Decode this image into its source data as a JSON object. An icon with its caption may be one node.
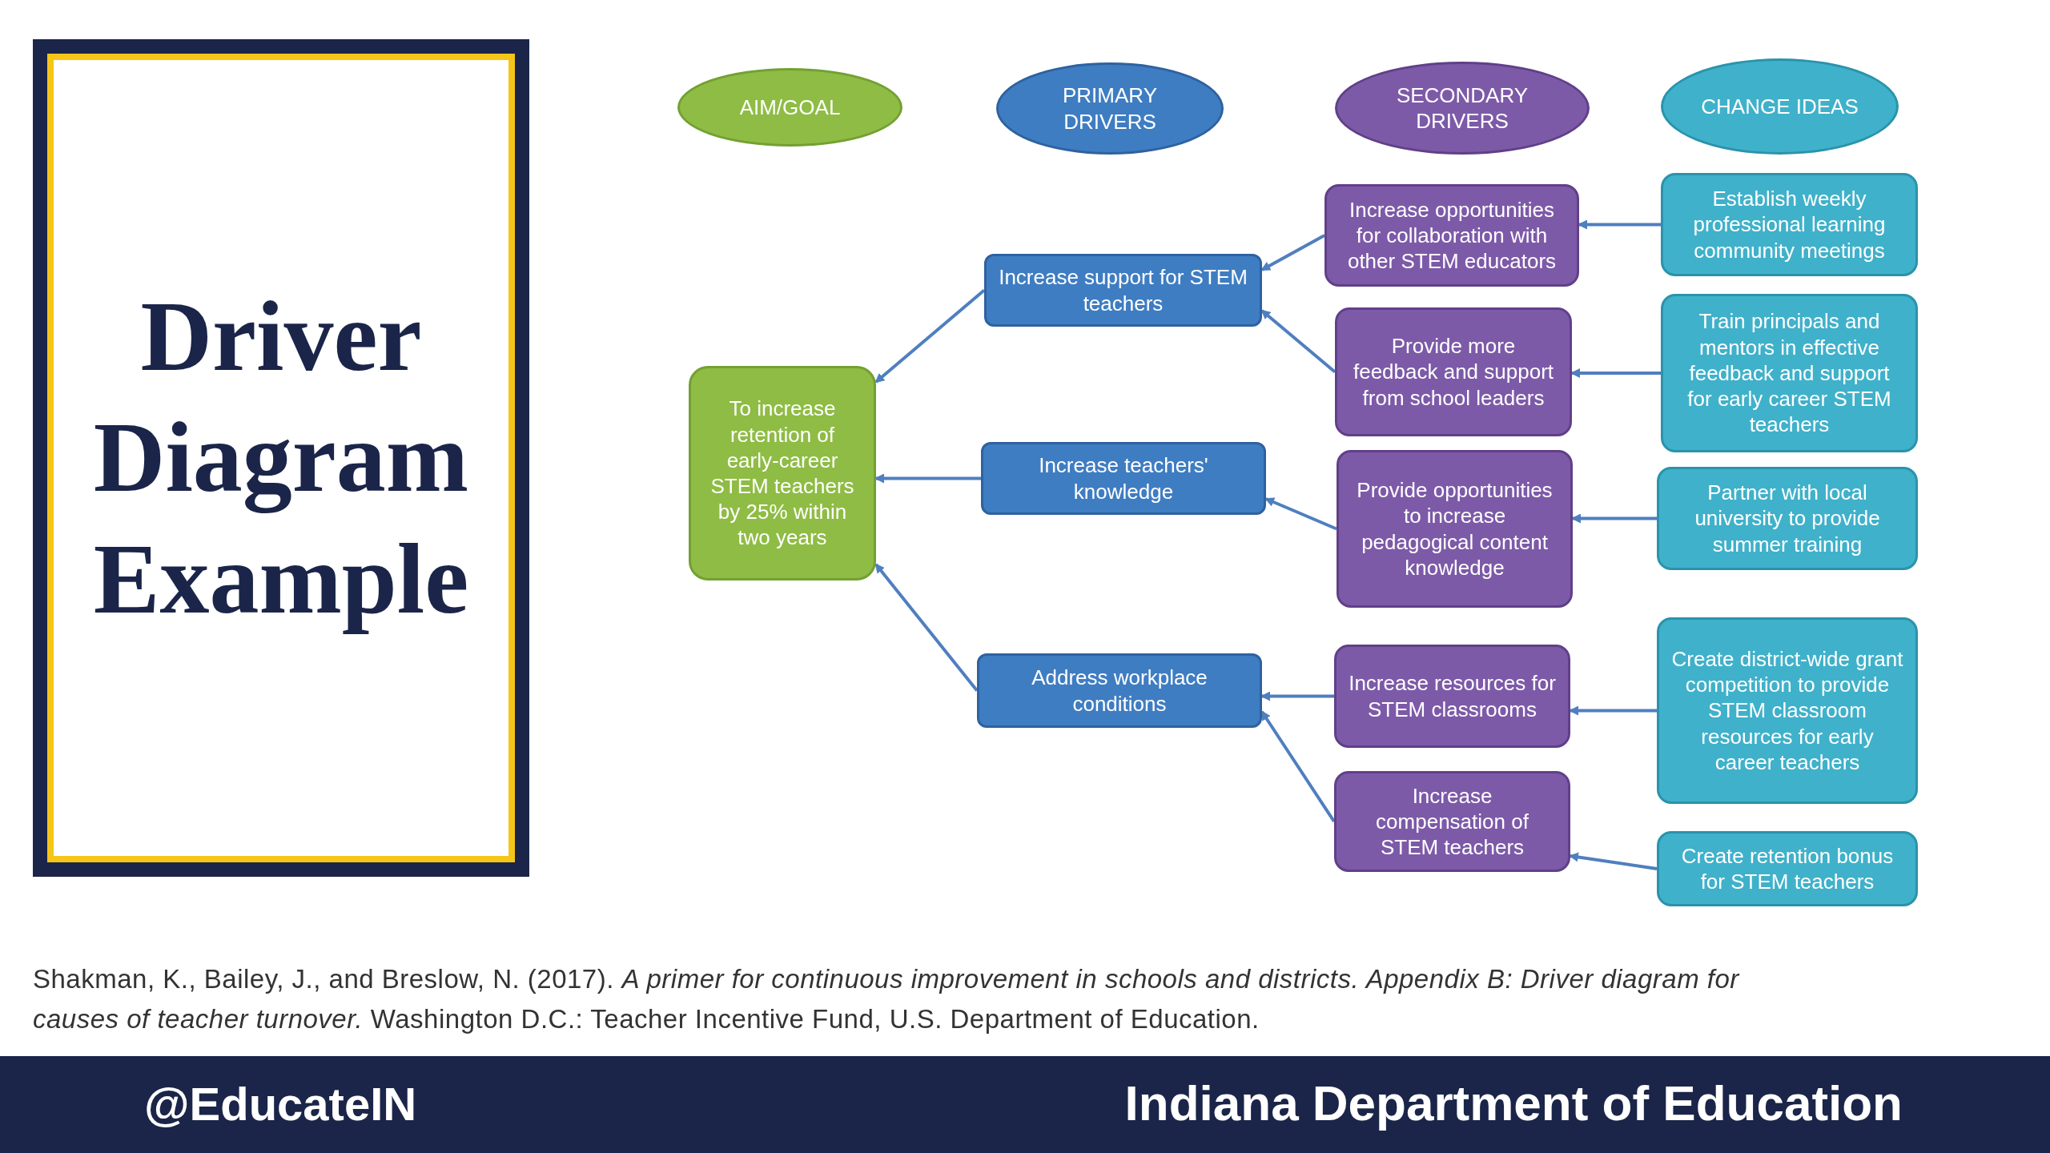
{
  "diagram": {
    "title": "Driver Diagram Example",
    "caption": "Shakman, K., Bailey, J., and Breslow, N. (2017). *A primer for continuous improvement in schools and districts. Appendix B: Driver diagram for causes of teacher turnover.* Washington D.C.: Teacher Incentive Fund, U.S. Department of Education.",
    "nodes": [
      {
        "text": [
          "AIM/GOAL"
        ]
      },
      {
        "text": [
          "PRIMARY DRIVERS"
        ]
      },
      {
        "text": [
          "SECONDARY DRIVERS"
        ]
      },
      {
        "text": [
          "CHANGE IDEAS"
        ]
      },
      {
        "text": [
          "To increase retention of early-career STEM teachers by 25% within two years"
        ]
      },
      {
        "text": [
          "Increase support for STEM teachers"
        ]
      },
      {
        "text": [
          "Increase teachers' knowledge"
        ]
      },
      {
        "text": [
          "Address workplace conditions"
        ]
      },
      {
        "text": [
          "Increase opportunities for collaboration with other STEM educators"
        ]
      },
      {
        "text": [
          "Provide more feedback and support from school leaders"
        ]
      },
      {
        "text": [
          "Provide opportunities to increase pedagogical content knowledge"
        ]
      },
      {
        "text": [
          "Increase resources for STEM classrooms"
        ]
      },
      {
        "text": [
          "Increase compensation of STEM teachers"
        ]
      },
      {
        "text": [
          "Establish weekly professional learning community meetings"
        ]
      },
      {
        "text": [
          "Train principals and mentors in effective feedback and support for early career STEM teachers"
        ]
      },
      {
        "text": [
          "Partner with local university to provide summer training"
        ]
      },
      {
        "text": [
          "Create district-wide grant competition to provide STEM classroom resources for early career teachers"
        ]
      },
      {
        "text": [
          "Create retention bonus for STEM teachers"
        ]
      }
    ],
    "edges": [
      {
        "from": 5,
        "to": 4,
        "arrow": "to"
      },
      {
        "from": 6,
        "to": 4,
        "arrow": "to"
      },
      {
        "from": 7,
        "to": 4,
        "arrow": "to"
      },
      {
        "from": 8,
        "to": 5,
        "arrow": "to"
      },
      {
        "from": 9,
        "to": 5,
        "arrow": "to"
      },
      {
        "from": 10,
        "to": 6,
        "arrow": "to"
      },
      {
        "from": 11,
        "to": 7,
        "arrow": "to"
      },
      {
        "from": 12,
        "to": 7,
        "arrow": "to"
      },
      {
        "from": 13,
        "to": 8,
        "arrow": "to"
      },
      {
        "from": 14,
        "to": 9,
        "arrow": "to"
      },
      {
        "from": 15,
        "to": 10,
        "arrow": "to"
      },
      {
        "from": 16,
        "to": 11,
        "arrow": "to"
      },
      {
        "from": 17,
        "to": 12,
        "arrow": "to"
      }
    ],
    "labels": [
      "@EducateIN",
      "Indiana Department of Education"
    ]
  }
}
